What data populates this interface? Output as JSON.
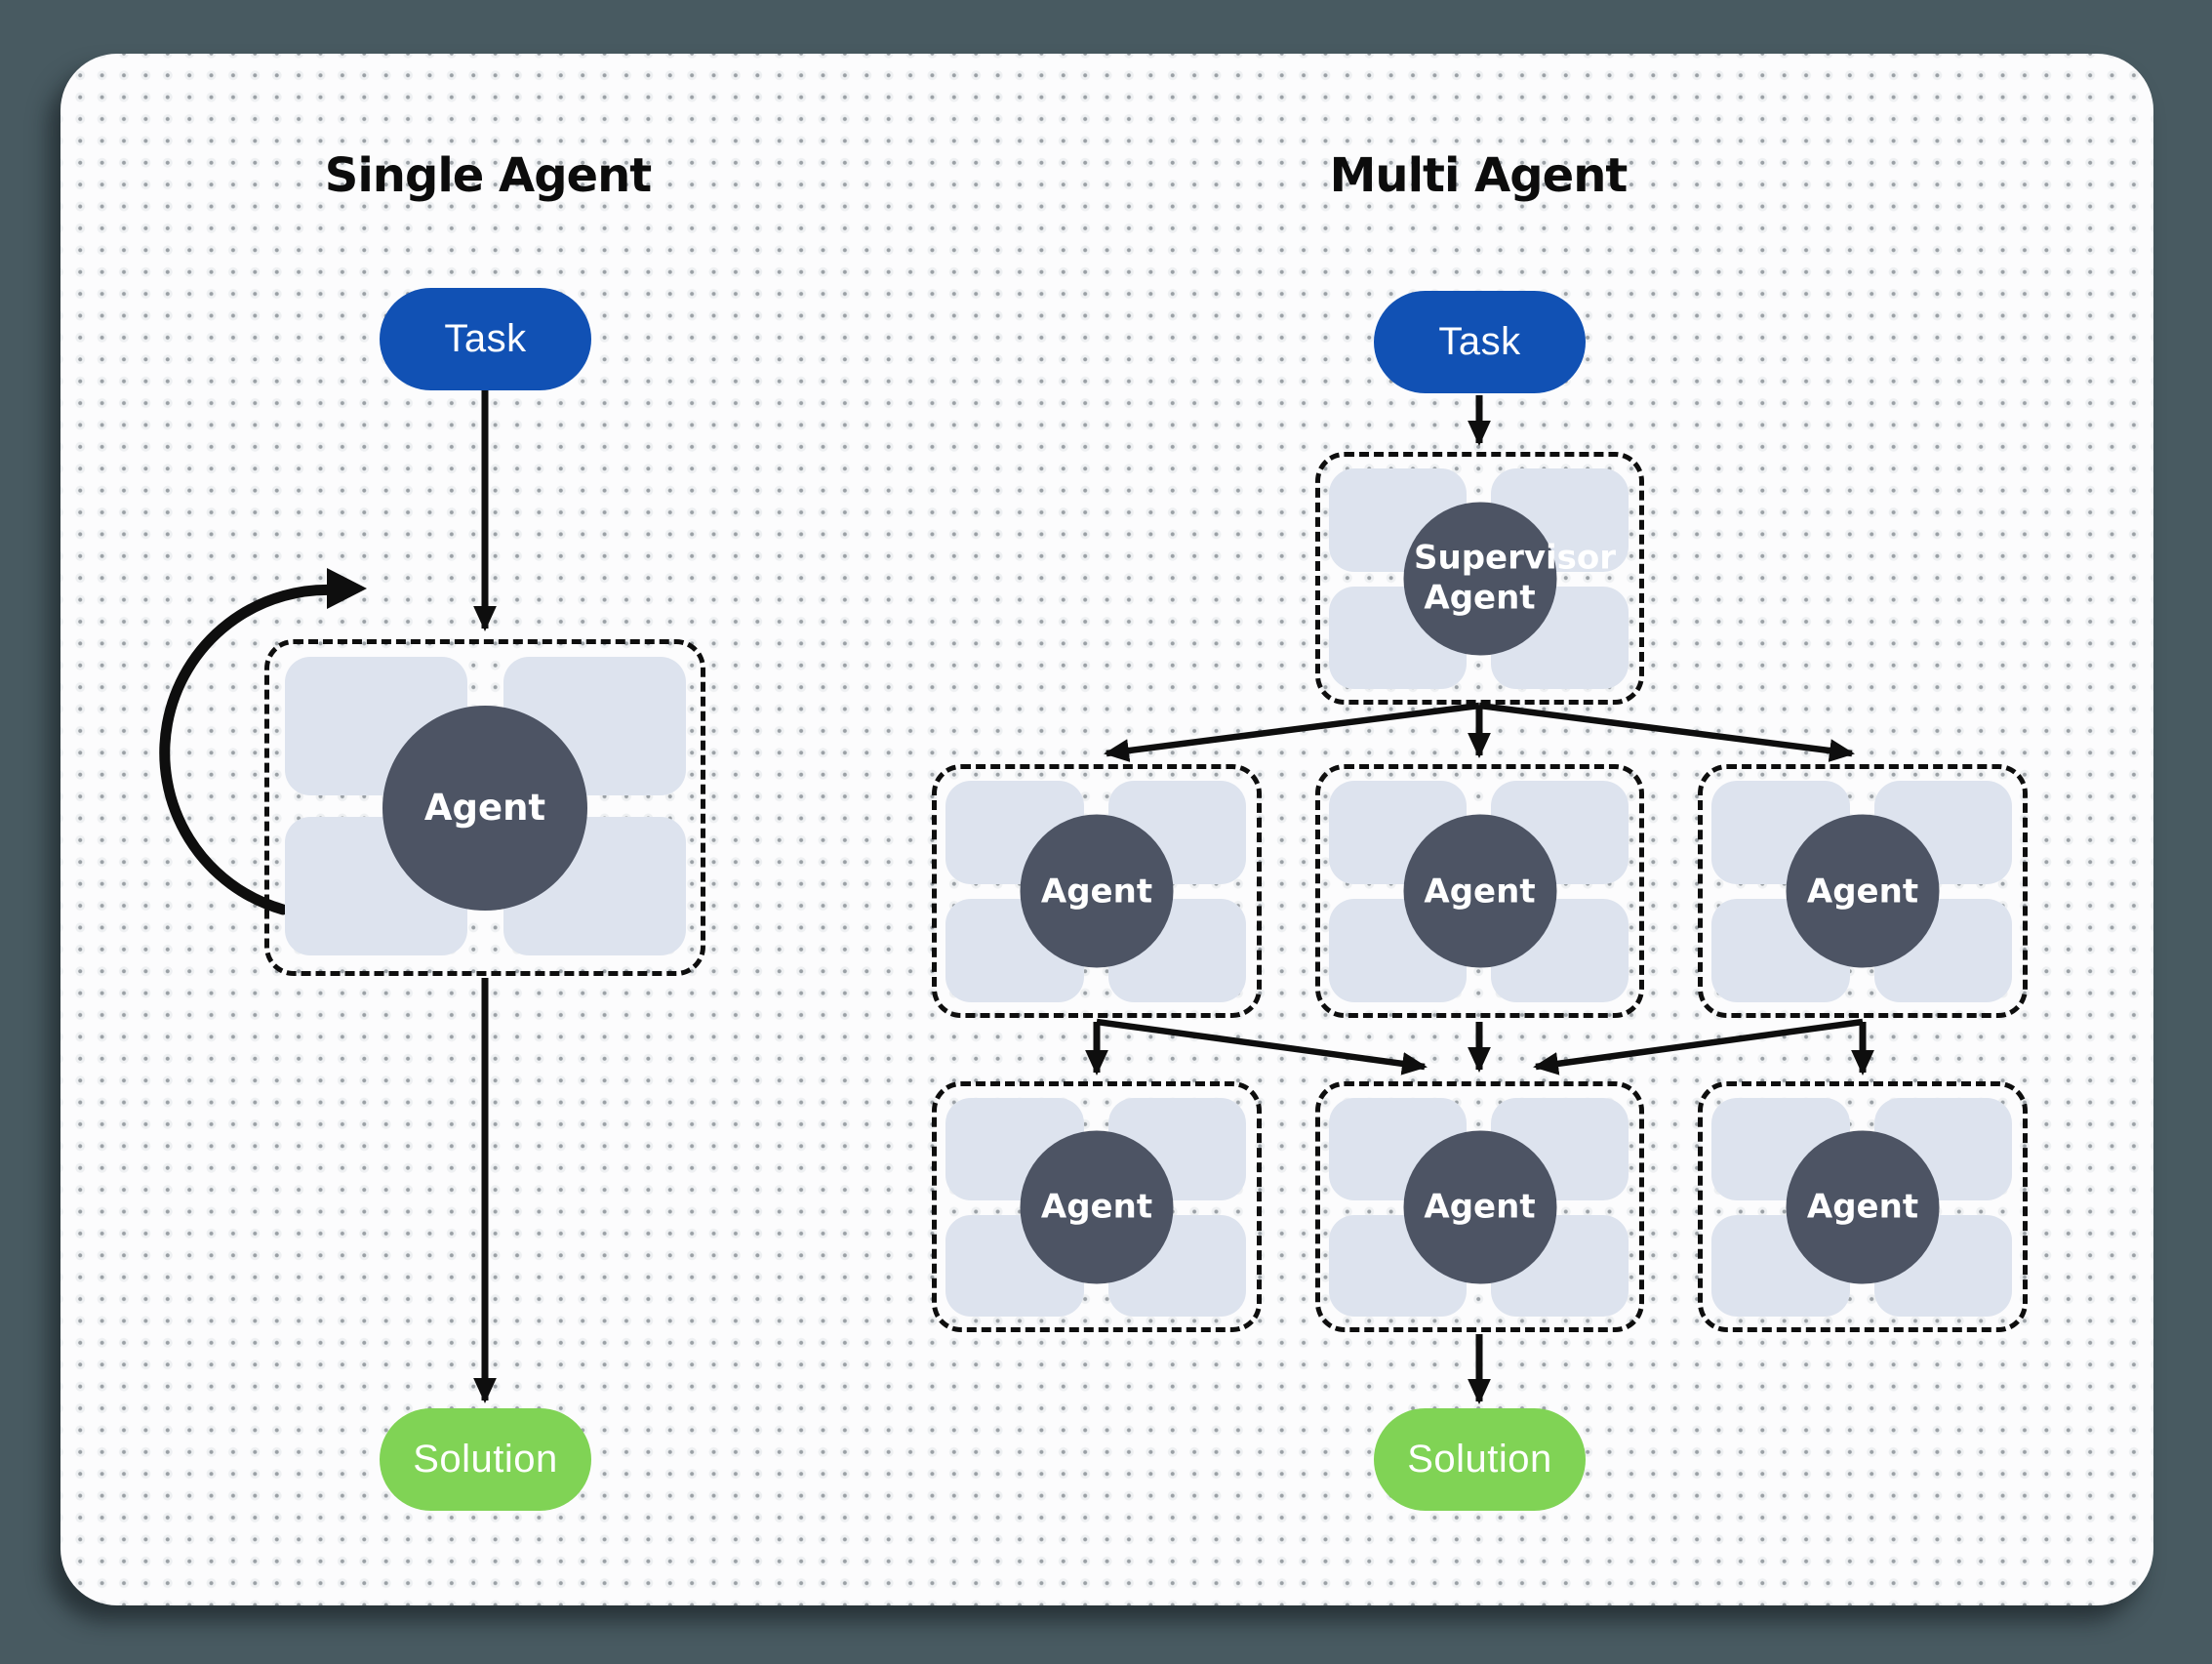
{
  "columns": {
    "single": {
      "title": "Single Agent",
      "task": "Task",
      "agent": "Agent",
      "solution": "Solution"
    },
    "multi": {
      "title": "Multi Agent",
      "task": "Task",
      "supervisor": "Supervisor Agent",
      "agents": [
        "Agent",
        "Agent",
        "Agent",
        "Agent",
        "Agent",
        "Agent"
      ],
      "solution": "Solution"
    }
  },
  "icons": {
    "tool_placeholder": "rounded-rectangle-tool-slot",
    "arrow": "black-arrow-connector",
    "loop": "self-loop-arrow"
  },
  "colors": {
    "backdrop": "#485a61",
    "canvas": "#fcfcfd",
    "dot": "#9aa0a5",
    "task_blue": "#1151b4",
    "solution_green": "#80d355",
    "agent_dark": "#4d5464",
    "tool_light": "#dde3ee",
    "ink": "#0e0e0e"
  }
}
